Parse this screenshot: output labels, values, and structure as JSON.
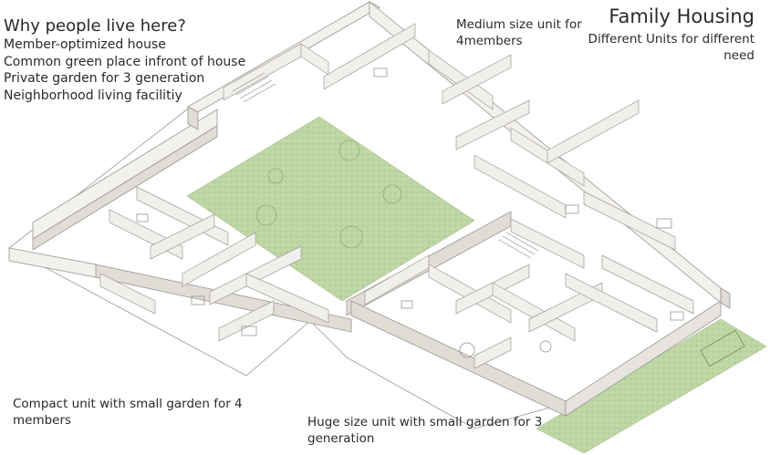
{
  "left_panel": {
    "title": "Why people live here?",
    "reasons": [
      "Member-optimized house",
      "Common green place infront of house",
      "Private garden for 3 generation",
      "Neighborhood living facilitiy"
    ]
  },
  "right_panel": {
    "title": "Family Housing",
    "subtitle": "Different Units for different need"
  },
  "captions": {
    "medium": "Medium size unit for 4members",
    "compact": "Compact unit with small garden for 4 members",
    "huge": "Huge size unit with small garden for 3 generation"
  },
  "colors": {
    "wall_top": "#f3f1ee",
    "wall_side": "#e0dcd6",
    "wall_edge": "#bdb8b1",
    "grass": "#b9d3a0",
    "floor": "#ffffff",
    "outline": "#8c8884"
  }
}
